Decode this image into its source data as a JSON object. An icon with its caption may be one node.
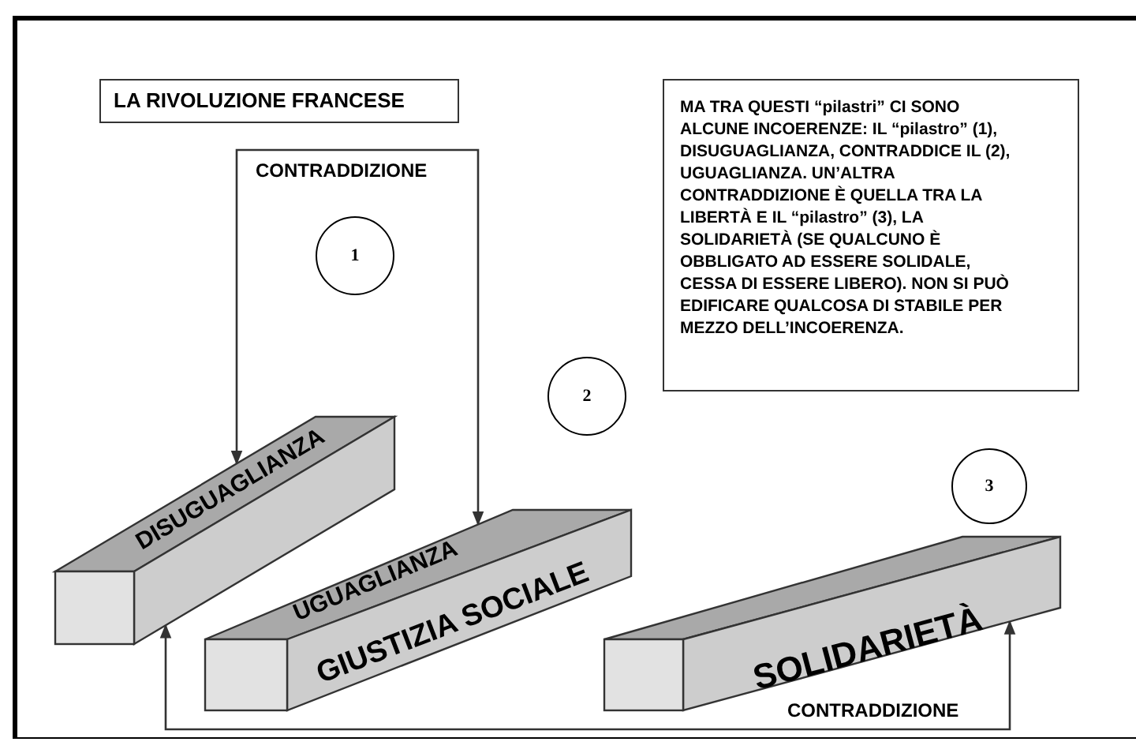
{
  "diagram": {
    "nodes": [
      {
        "text": [
          "LA RIVOLUZIONE FRANCESE"
        ]
      },
      {
        "text": [
          "MA TRA QUESTI “pilastri” CI SONO ALCUNE INCOERENZE: IL “pilastro” (1), DISUGUAGLIANZA, CONTRADDICE IL (2), UGUAGLIANZA. UN’ALTRA CONTRADDIZIONE È QUELLA TRA LA LIBERTÀ E IL “pilastro” (3), LA SOLIDARIETÀ (SE QUALCUNO È OBBLIGATO AD ESSERE SOLIDALE, CESSA DI ESSERE LIBERO). NON SI PUÒ EDIFICARE QUALCOSA DI STABILE PER MEZZO DELL’INCOERENZA."
        ]
      },
      {
        "text": [
          "1"
        ]
      },
      {
        "text": [
          "2"
        ]
      },
      {
        "text": [
          "3"
        ]
      },
      {
        "text": [
          "DISUGUAGLIANZA"
        ]
      },
      {
        "text": [
          "UGUAGLIANZA",
          "GIUSTIZIA SOCIALE"
        ]
      },
      {
        "text": [
          "SOLIDARIETÀ"
        ]
      }
    ],
    "edges": [
      {
        "from": 5,
        "to": 6,
        "arrow": "both",
        "label": "CONTRADDIZIONE"
      },
      {
        "from": 5,
        "to": 7,
        "arrow": "both",
        "label": "CONTRADDIZIONE"
      }
    ]
  }
}
